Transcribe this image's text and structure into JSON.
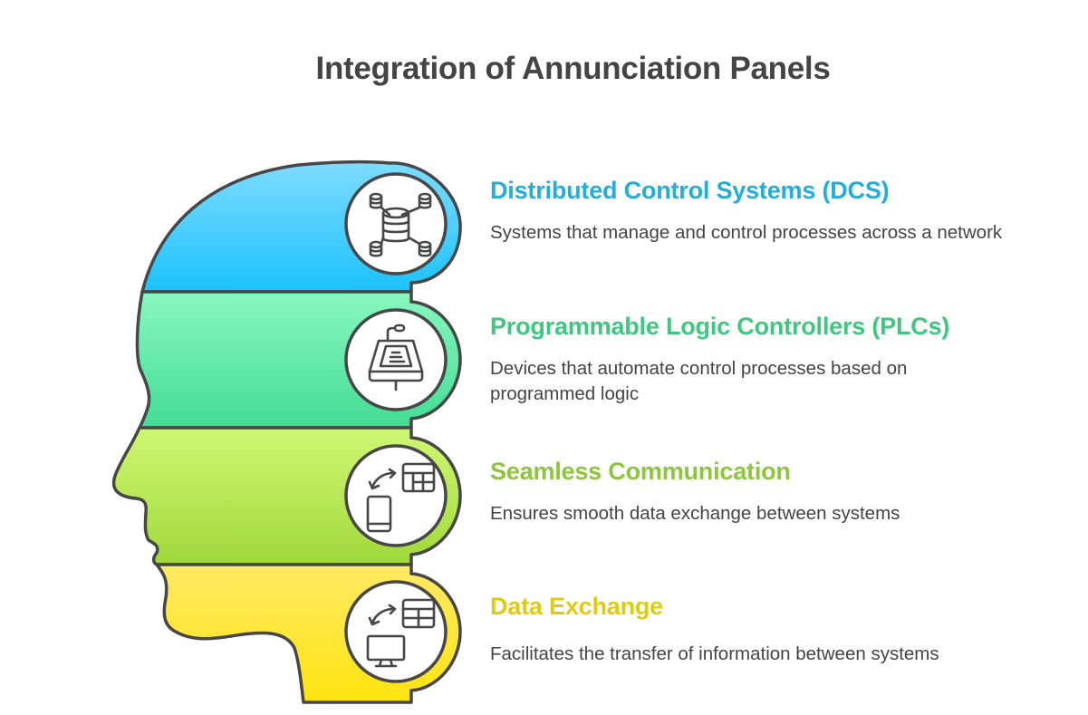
{
  "title": "Integration of Annunciation Panels",
  "items": [
    {
      "title": "Distributed Control Systems (DCS)",
      "description": "Systems that manage and control processes across a network",
      "color": "#22AEDB",
      "fill_top": "#7FDBFF",
      "fill_bottom": "#1BC2FC",
      "icon": "database-network-icon"
    },
    {
      "title": "Programmable Logic Controllers (PLCs)",
      "description": "Devices that automate control processes based on programmed logic",
      "color": "#3EC77F",
      "fill_top": "#88F8BE",
      "fill_bottom": "#43DC94",
      "icon": "control-panel-icon"
    },
    {
      "title": "Seamless Communication",
      "description": "Ensures smooth data exchange between systems",
      "color": "#8CC63A",
      "fill_top": "#CEF874",
      "fill_bottom": "#A1D83A",
      "icon": "mobile-table-exchange-icon"
    },
    {
      "title": "Data Exchange",
      "description": "Facilitates the transfer of information between systems",
      "color": "#E0CB12",
      "fill_top": "#FFEA66",
      "fill_bottom": "#FFE30F",
      "icon": "desktop-table-exchange-icon"
    }
  ],
  "stroke_color": "#474747"
}
